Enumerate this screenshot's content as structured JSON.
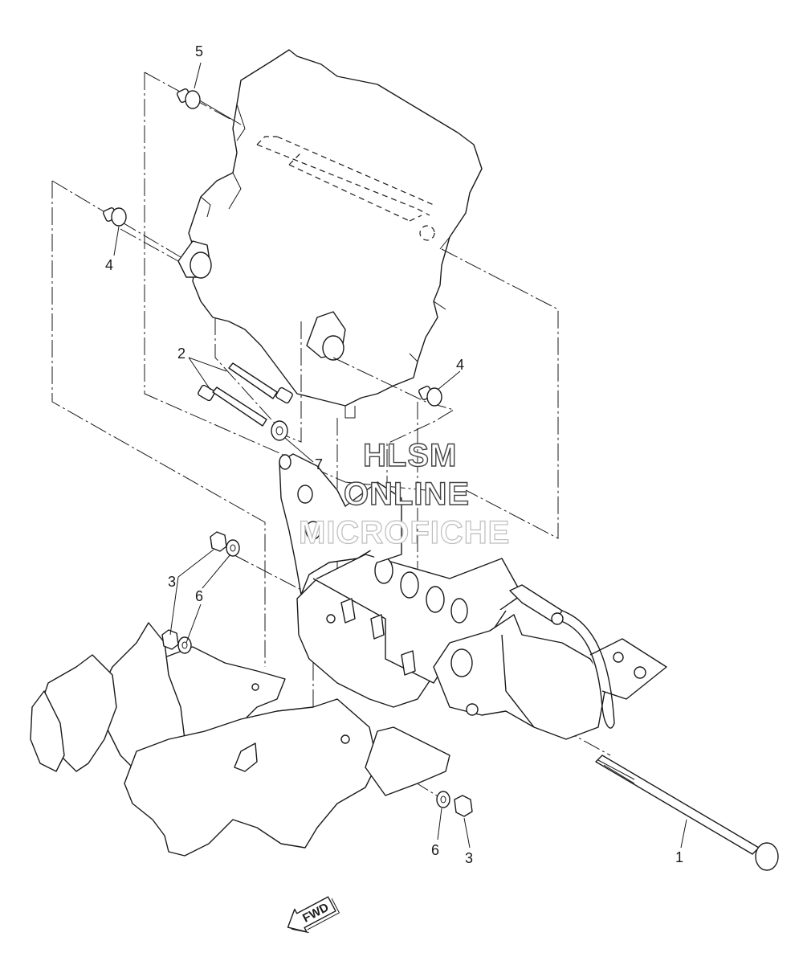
{
  "callouts": [
    {
      "id": "c5",
      "text": "5"
    },
    {
      "id": "c4a",
      "text": "4"
    },
    {
      "id": "c2",
      "text": "2"
    },
    {
      "id": "c4b",
      "text": "4"
    },
    {
      "id": "c7",
      "text": "7"
    },
    {
      "id": "c3a",
      "text": "3"
    },
    {
      "id": "c6a",
      "text": "6"
    },
    {
      "id": "c1",
      "text": "1"
    },
    {
      "id": "c6b",
      "text": "6"
    },
    {
      "id": "c3b",
      "text": "3"
    }
  ],
  "watermark": {
    "line1": "HLSM",
    "line2": "ONLINE",
    "line3": "MICROFICHE"
  },
  "fwd_label": "FWD",
  "colors": {
    "ink": "#1a1a1a",
    "paper": "#ffffff",
    "watermark_light": "#bdbdbd"
  }
}
